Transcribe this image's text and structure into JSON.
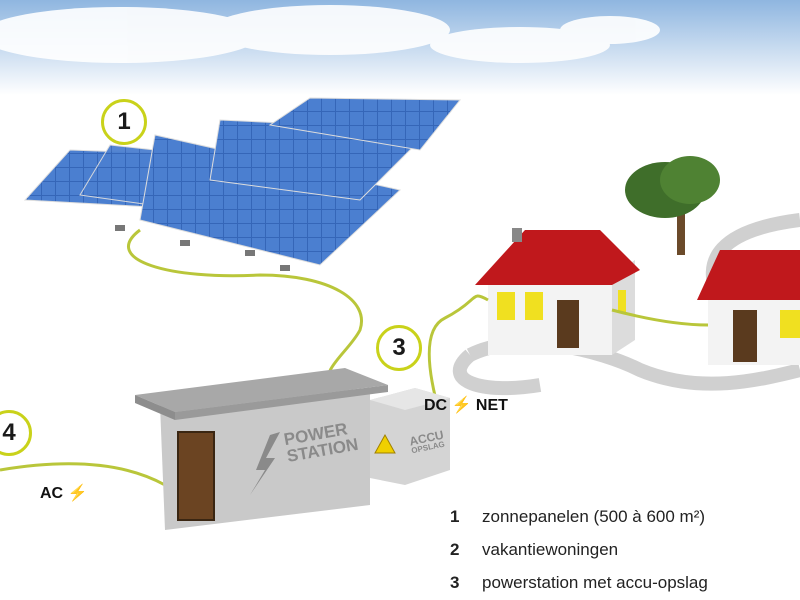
{
  "markers": {
    "one": "1",
    "three": "3",
    "four": "4"
  },
  "labels": {
    "dc_net": "DC ⚡ NET",
    "ac": "AC ⚡"
  },
  "building": {
    "power_line1": "POWER",
    "power_line2": "STATION",
    "accu_line1": "ACCU",
    "accu_line2": "OPSLAG"
  },
  "legend": [
    {
      "num": "1",
      "text": "zonnepanelen (500 à 600 m²)"
    },
    {
      "num": "2",
      "text": "vakantiewoningen"
    },
    {
      "num": "3",
      "text": "powerstation met accu-opslag"
    }
  ],
  "colors": {
    "marker_ring": "#c9d21a",
    "roof": "#c0181c",
    "panel": "#2f5fb0",
    "cable": "#b9c63a",
    "sky": "#9cc0e4"
  }
}
